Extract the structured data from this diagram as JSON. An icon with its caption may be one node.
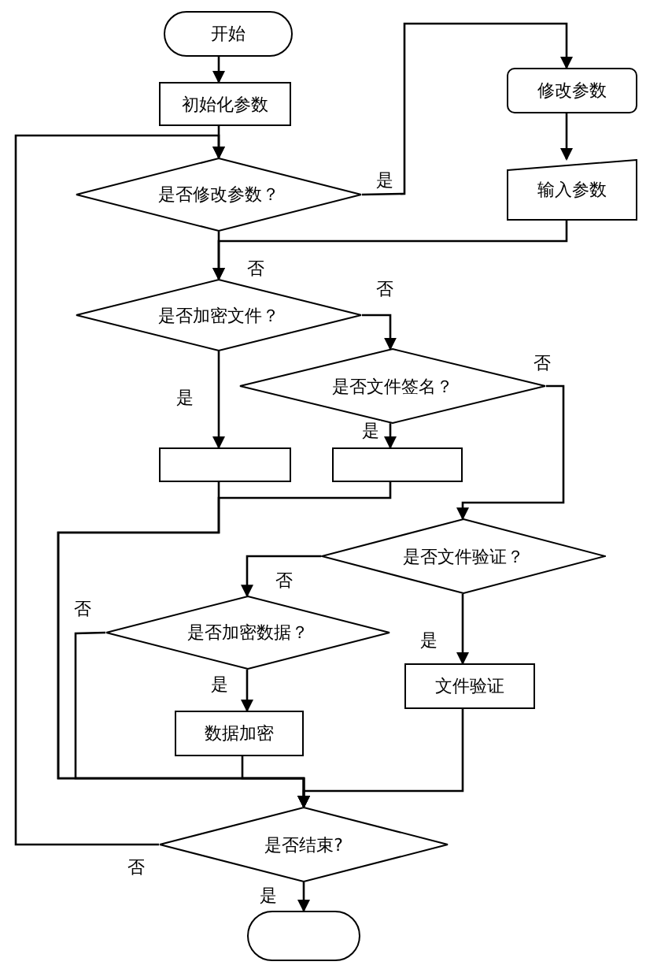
{
  "diagram": {
    "nodes": [
      {
        "text": [
          "开始"
        ]
      },
      {
        "text": [
          "初始化参数"
        ]
      },
      {
        "text": [
          "是否修改参数？"
        ]
      },
      {
        "text": [
          "修改参数"
        ]
      },
      {
        "text": [
          "输入参数"
        ]
      },
      {
        "text": [
          "是否加密文件？"
        ]
      },
      {
        "text": [
          "是否文件签名？"
        ]
      },
      {
        "text": [],
        "shape": "box"
      },
      {
        "text": [],
        "shape": "box"
      },
      {
        "text": [
          "是否文件验证？"
        ]
      },
      {
        "text": [
          "是否加密数据？"
        ]
      },
      {
        "text": [
          "文件验证"
        ]
      },
      {
        "text": [
          "数据加密"
        ]
      },
      {
        "text": [
          "是否结束?"
        ]
      },
      {
        "text": [],
        "shape": "oval"
      }
    ],
    "edges": [
      {
        "from": 0,
        "to": 1,
        "arrow": "to"
      },
      {
        "from": 1,
        "to": 2,
        "arrow": "to"
      },
      {
        "from": 2,
        "to": 3,
        "arrow": "to",
        "label": "是"
      },
      {
        "from": 3,
        "to": 4,
        "arrow": "to"
      },
      {
        "from": 4,
        "to": 5,
        "arrow": "to"
      },
      {
        "from": 2,
        "to": 5,
        "arrow": "to",
        "label": "否"
      },
      {
        "from": 5,
        "to": 7,
        "arrow": "to",
        "label": "是"
      },
      {
        "from": 5,
        "to": 6,
        "arrow": "to",
        "label": "否"
      },
      {
        "from": 6,
        "to": 8,
        "arrow": "to",
        "label": "是"
      },
      {
        "from": 6,
        "to": 9,
        "arrow": "to",
        "label": "否"
      },
      {
        "from": 7,
        "to": 13,
        "arrow": "to"
      },
      {
        "from": 8,
        "to": 13,
        "arrow": "to"
      },
      {
        "from": 9,
        "to": 10,
        "arrow": "to",
        "label": "否"
      },
      {
        "from": 9,
        "to": 11,
        "arrow": "to",
        "label": "是"
      },
      {
        "from": 10,
        "to": 13,
        "arrow": "to",
        "label": "否"
      },
      {
        "from": 10,
        "to": 12,
        "arrow": "to",
        "label": "是"
      },
      {
        "from": 12,
        "to": 13,
        "arrow": "to"
      },
      {
        "from": 11,
        "to": 13,
        "arrow": "to"
      },
      {
        "from": 13,
        "to": 2,
        "arrow": "to",
        "label": "否"
      },
      {
        "from": 13,
        "to": 14,
        "arrow": "to",
        "label": "是"
      }
    ]
  }
}
